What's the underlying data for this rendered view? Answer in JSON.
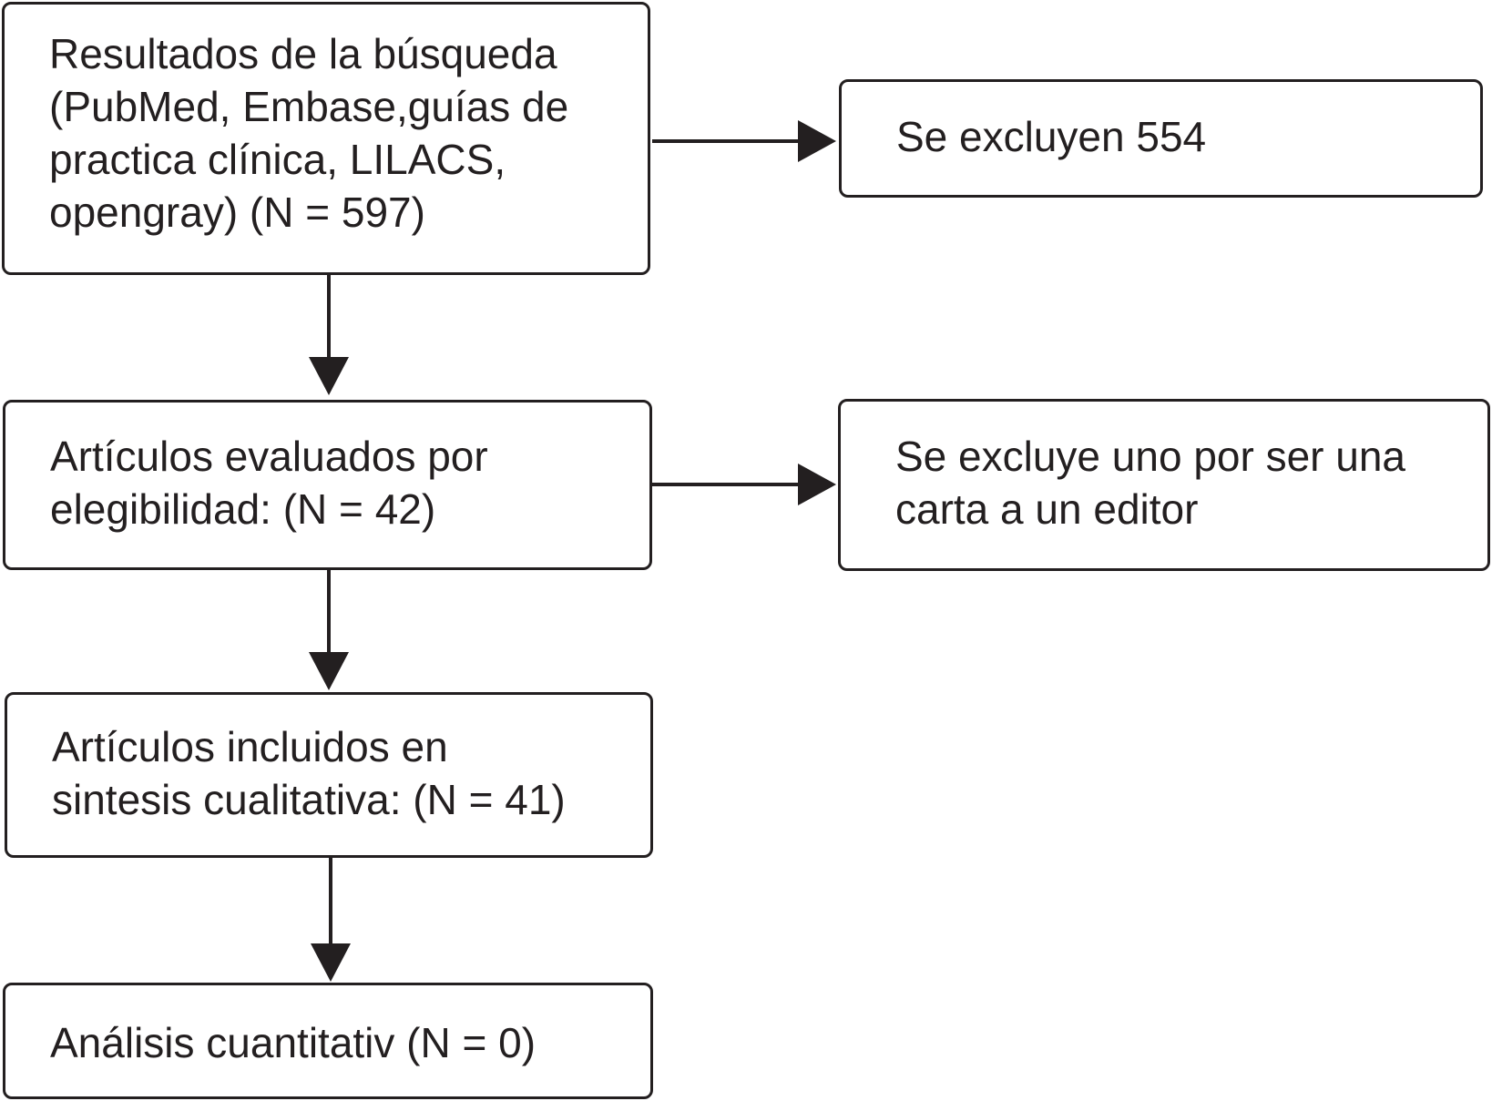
{
  "diagram": {
    "boxes": {
      "search": "Resultados de la búsqueda\n(PubMed, Embase,guías de\npractica clínica, LILACS,\nopengray) (N = 597)",
      "excluded_first": "Se excluyen 554",
      "evaluated": "Artículos evaluados por\nelegibilidad: (N = 42)",
      "excluded_second": "Se excluye uno por ser una\ncarta a un editor",
      "included": "Artículos incluidos en\nsintesis cualitativa: (N = 41)",
      "quantitative": "Análisis cuantitativ (N = 0)"
    },
    "colors": {
      "line": "#231f20",
      "background": "#ffffff"
    }
  }
}
